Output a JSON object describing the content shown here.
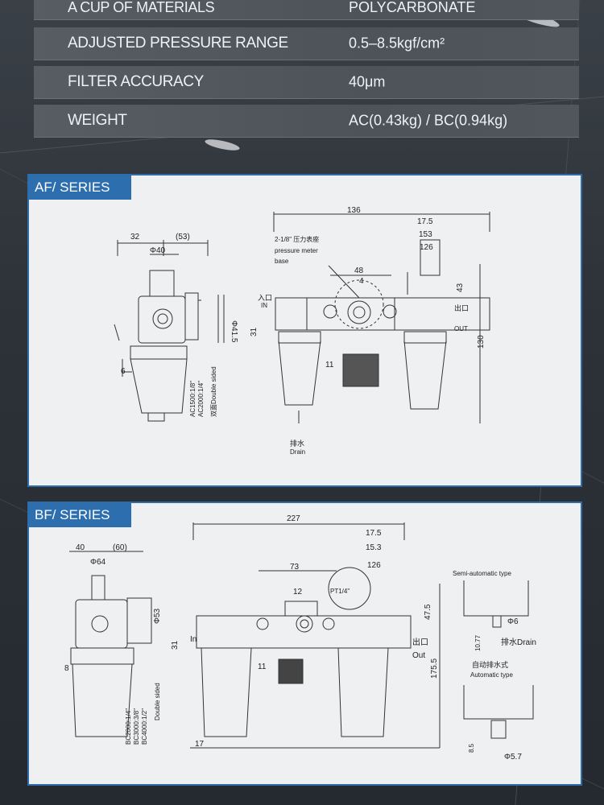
{
  "specs": [
    {
      "label": "A CUP OF MATERIALS",
      "value": "POLYCARBONATE"
    },
    {
      "label": "ADJUSTED PRESSURE RANGE",
      "value": "0.5–8.5kgf/cm²"
    },
    {
      "label": "FILTER ACCURACY",
      "value": "40μm"
    },
    {
      "label": "WEIGHT",
      "value": "AC(0.43kg) / BC(0.94kg)"
    }
  ],
  "af": {
    "title": "AF/ SERIES",
    "dims": {
      "d32": "32",
      "d53": "(53)",
      "dphi40": "Φ40",
      "dphi415": "Φ41.5",
      "d6": "6",
      "d136": "136",
      "d175": "17.5",
      "d153": "153",
      "d126": "126",
      "d48": "48",
      "d4": "4",
      "d43": "43",
      "d31": "31",
      "d11": "11",
      "d130": "130"
    },
    "notes": {
      "gauge_cn": "2-1/8\" 压力表座",
      "gauge_en1": "pressure meter",
      "gauge_en2": "base",
      "in_cn": "入口",
      "in_en": "IN",
      "out_cn": "出口",
      "out_en": "OUT",
      "drain_cn": "排水",
      "drain_en": "Drain",
      "model1": "AC1500:1/8\"",
      "model2": "AC2000:1/4\"",
      "double": "双面Double sided"
    }
  },
  "bf": {
    "title": "BF/ SERIES",
    "dims": {
      "d40": "40",
      "d60": "(60)",
      "dphi64": "Φ64",
      "dphi53": "Φ53",
      "d8": "8",
      "d227": "227",
      "d175": "17.5",
      "d153": "15.3",
      "d126": "126",
      "d73": "73",
      "d12": "12",
      "d475": "47.5",
      "d31": "31",
      "d11": "11",
      "d1755": "175.5",
      "d17": "17"
    },
    "notes": {
      "pt": "PT1/4\"",
      "in": "In",
      "out_cn": "出口",
      "out_en": "Out",
      "model1": "BC2000:1/4\"",
      "model2": "BC3000:3/8\"",
      "model3": "BC4000:1/2\"",
      "double": "Double sided",
      "semi_title": "Semi-automatic type",
      "phi6": "Φ6",
      "d1077": "10.77",
      "drain": "排水Drain",
      "auto_cn": "自动排水式",
      "auto_en": "Automatic type",
      "d85": "8.5",
      "phi57": "Φ5.7"
    }
  }
}
